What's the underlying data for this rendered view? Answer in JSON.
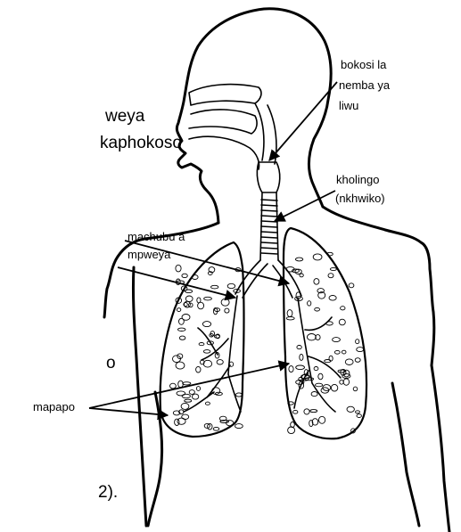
{
  "partial_text": {
    "line1": "weya",
    "line2": "kaphokoso",
    "line3": "o",
    "line4": "2)."
  },
  "labels": {
    "epiglottis": [
      "bokosi la",
      "nemba ya",
      "liwu"
    ],
    "trachea": [
      "kholingo",
      "(nkhwiko)"
    ],
    "bronchi": [
      "machubu a",
      "mpweya"
    ],
    "lungs": "mapapo"
  }
}
